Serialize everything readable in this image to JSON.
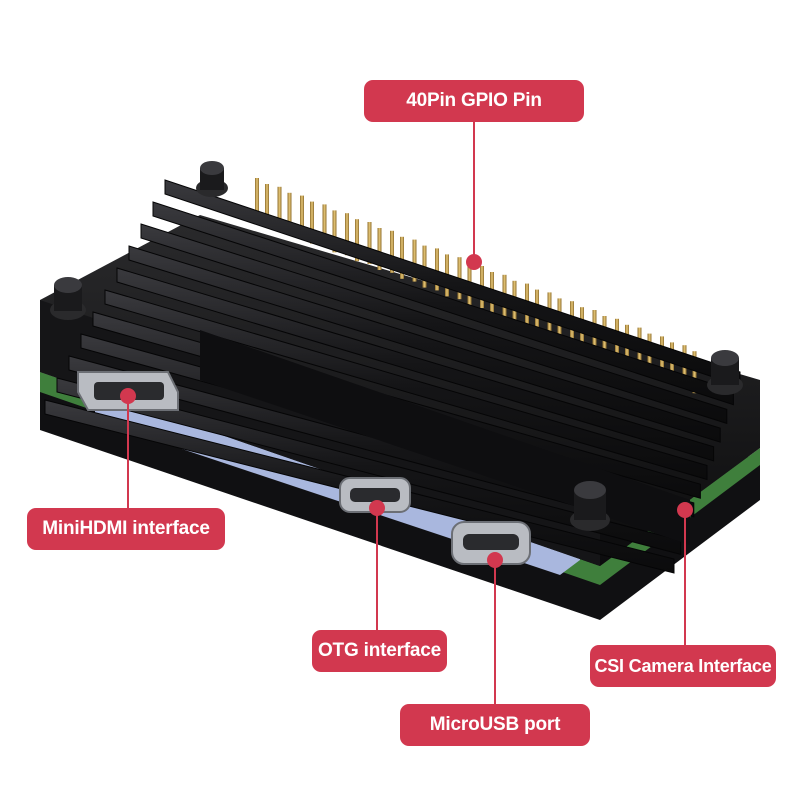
{
  "labels": {
    "gpio": "40Pin GPIO Pin",
    "minihdmi": "MiniHDMI interface",
    "otg": "OTG interface",
    "csi": "CSI Camera Interface",
    "microusb": "MicroUSB port"
  },
  "colors": {
    "label_bg": "#d2384f",
    "label_text": "#ffffff",
    "leader_line": "#d2384f",
    "heatsink": "#1a1a1c",
    "pcb": "#2d6b3a",
    "pins": "#c9a24a"
  }
}
